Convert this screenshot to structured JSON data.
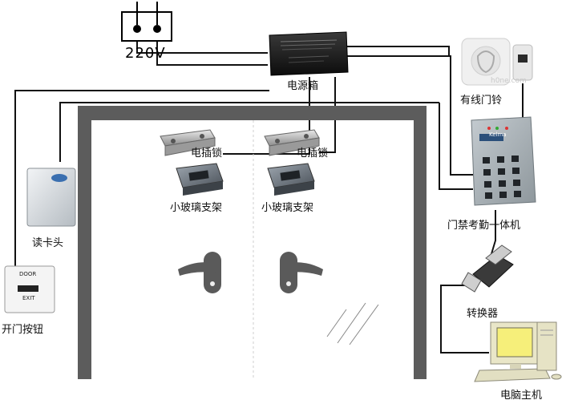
{
  "power_outlet": {
    "voltage_label": "220V"
  },
  "power_box": {
    "label": "电源箱"
  },
  "doorbell": {
    "label": "有线门铃",
    "watermark": "h0ne.com"
  },
  "access_control": {
    "label": "门禁考勤一体机",
    "brand": "Kelma"
  },
  "card_reader": {
    "label": "读卡头"
  },
  "exit_button": {
    "label": "开门按钮",
    "top_text": "DOOR",
    "bottom_text": "EXIT"
  },
  "left_lock": {
    "label": "电插锁"
  },
  "right_lock": {
    "label": "电插锁"
  },
  "left_glass_bracket": {
    "label": "小玻璃支架"
  },
  "right_glass_bracket": {
    "label": "小玻璃支架"
  },
  "converter": {
    "label": "转换器"
  },
  "computer": {
    "label": "电脑主机"
  },
  "colors": {
    "wire": "#111111",
    "door_frame": "#5a5a5a",
    "power_box_body": "#1a1a1a",
    "device_grey": "#9aa3a8",
    "monitor_beige": "#e9e6c8",
    "screen_yellow": "#f6ef7a"
  }
}
